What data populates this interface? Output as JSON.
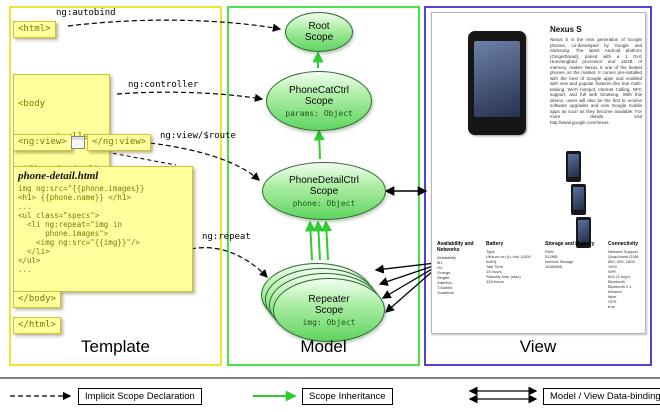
{
  "columns": {
    "template": {
      "label": "Template"
    },
    "model": {
      "label": "Model"
    },
    "view": {
      "label": "View"
    }
  },
  "template": {
    "html_open": "<html>",
    "body_open_lines": [
      "<body",
      " ng:controller=",
      " \"PhoneCatCtrl\">"
    ],
    "ngview_open": "<ng:view>",
    "ngview_close": "</ng:view>",
    "body_close": "</body>",
    "html_close": "</html>",
    "code_title": "phone-detail.html",
    "code_lines": [
      "img ng:src=\"{{phone.images}}",
      "<h1> {{phone.name}} </h1>",
      "...",
      "<ul class=\"specs\">",
      "  <li ng:repeat=\"img in",
      "      phone.images\">",
      "    <img ng:src=\"{{img}}\"/>",
      "  </li>",
      "</ul>",
      "..."
    ]
  },
  "annotations": {
    "autobind": "ng:autobind",
    "controller": "ng:controller",
    "view_route": "ng:view/$route",
    "repeat": "ng:repeat"
  },
  "scopes": {
    "root": {
      "title": "Root",
      "subtitle": "Scope"
    },
    "phonecat": {
      "title": "PhoneCatCtrl",
      "subtitle": "Scope",
      "prop": "params: Object"
    },
    "phonedetail": {
      "title": "PhoneDetailCtrl",
      "subtitle": "Scope",
      "prop": "phone: Object"
    },
    "repeater": {
      "title": "Repeater",
      "subtitle": "Scope",
      "prop": "img: Object"
    }
  },
  "view_page": {
    "title": "Nexus S",
    "description": "Nexus S is the next generation of Google phones, co-developed by Google and Samsung. The latest Android platform (Gingerbread), paired with a 1 GHz Hummingbird processor and 16GB of memory, makes Nexus S one of the fastest phones on the market. It comes pre-installed with the best of Google apps and enabled with new and popular features like true multi-tasking, Wi-Fi hotspot, Internet Calling, NFC support, and full web browsing. With this device, users will also be the first to receive software upgrades and new Google mobile apps as soon as they become available. For more details, visit http://www.google.com/nexus.",
    "specs": [
      {
        "header": "Availability and Networks",
        "rows": [
          "Availability",
          "M1,",
          "O2,",
          "Orange,",
          "Singtel,",
          "StarHub,",
          "T-Mobile,",
          "Vodafone"
        ]
      },
      {
        "header": "Battery",
        "rows": [
          "Type",
          "Lithium Ion (Li-Ion) (1500 mAH)",
          "Talk Time",
          "14 hours",
          "Standby time (max)",
          "428 hours"
        ]
      },
      {
        "header": "Storage and Memory",
        "rows": [
          "RAM",
          "512MB",
          "Internal Storage",
          "16384MB"
        ]
      },
      {
        "header": "Connectivity",
        "rows": [
          "Network Support",
          "Quad-band GSM: 850, 900, 1800, 1900",
          "WiFi",
          "802.11 b/g/n",
          "Bluetooth",
          "Bluetooth 2.1",
          "Infrared",
          "false",
          "GPS",
          "true"
        ]
      }
    ]
  },
  "legend": {
    "implicit": "Implicit Scope Declaration",
    "inheritance": "Scope Inheritance",
    "binding": "Model / View Data-binding"
  },
  "colors": {
    "template_border": "#f0e52e",
    "model_border": "#4ae24a",
    "view_border": "#5a3fd6",
    "scope_fill": "#5fd45f",
    "inheritance_arrow": "#2ecc2e",
    "tag_bg": "#ffff9e"
  }
}
